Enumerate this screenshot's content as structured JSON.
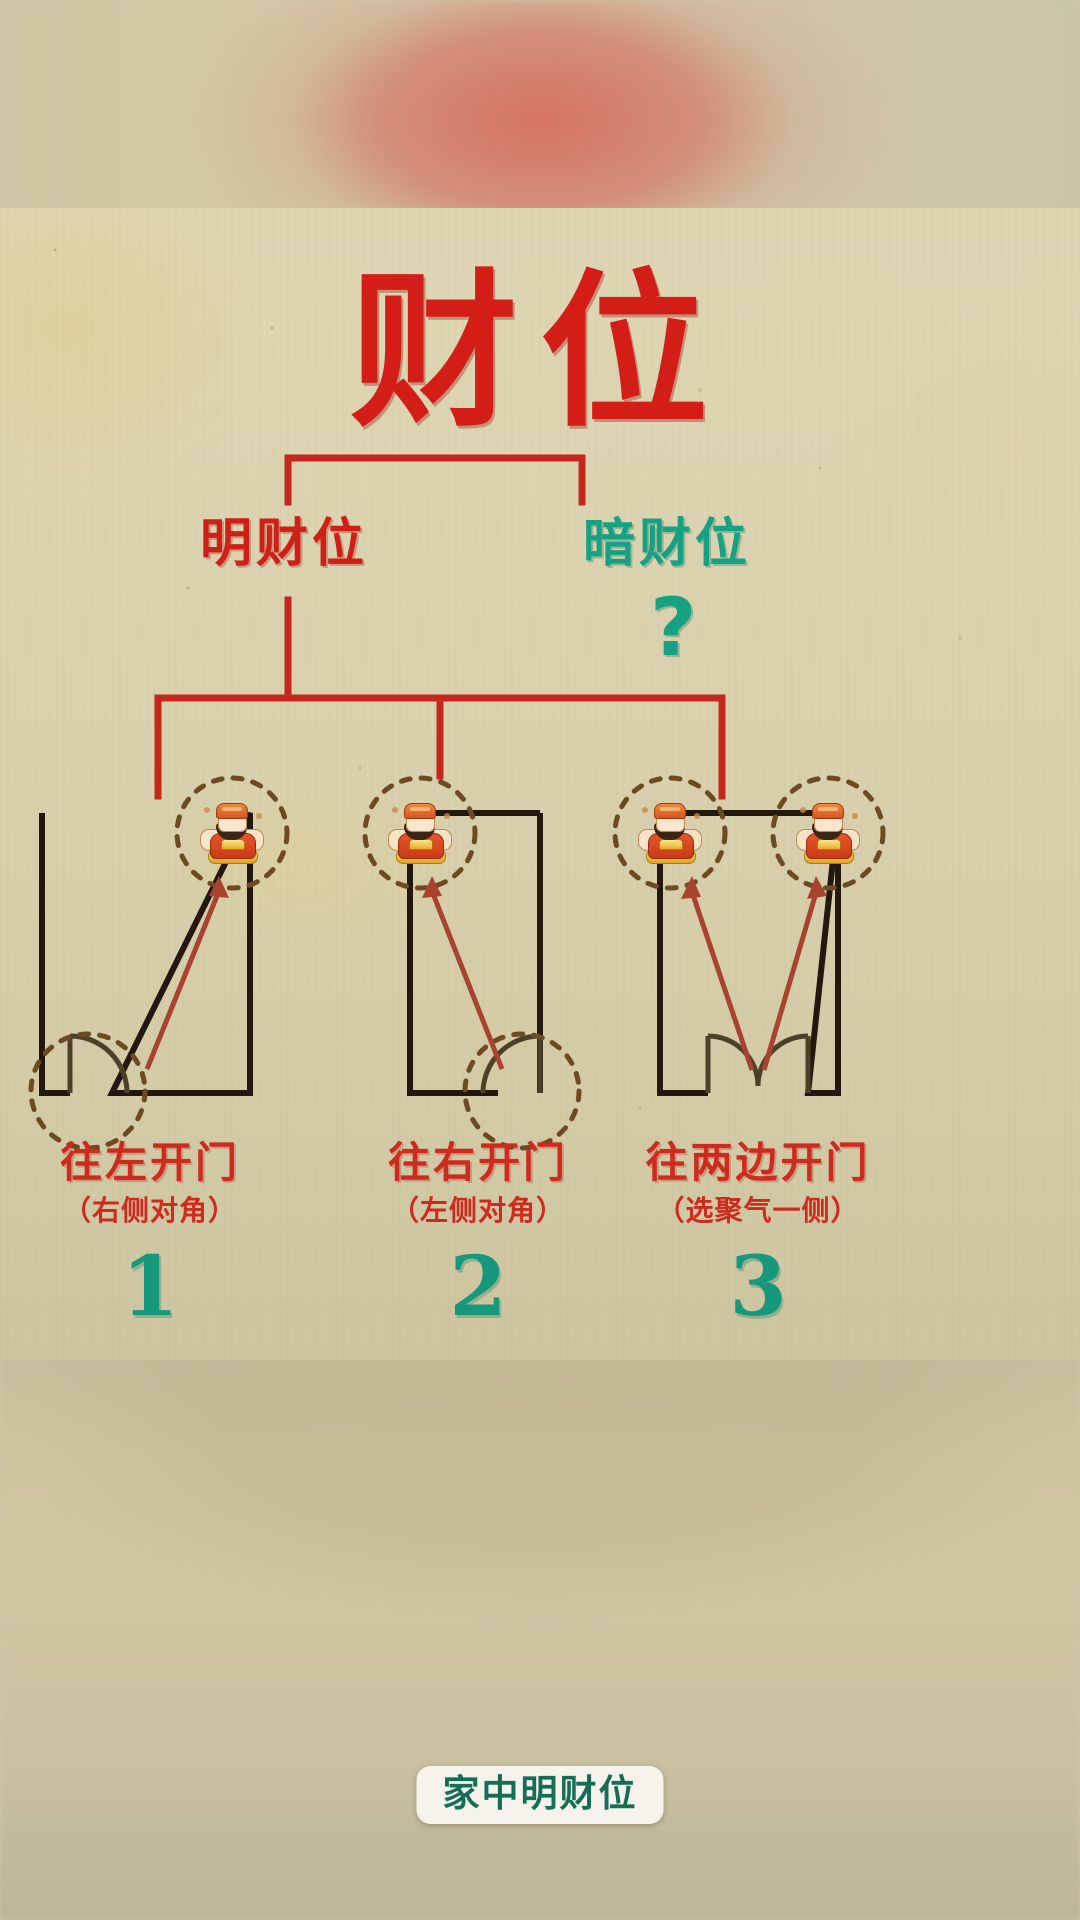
{
  "poster": {
    "title": "财位",
    "level2": [
      {
        "label": "明财位",
        "color": "#cf2018",
        "highlighted": false
      },
      {
        "label": "暗财位",
        "color": "#17a183",
        "highlighted": true,
        "marker": "?"
      }
    ],
    "cases": [
      {
        "index": "1",
        "caption_main": "往左开门",
        "caption_sub": "（右侧对角）",
        "wealth_corner": "top-right",
        "door_position": "bottom-left",
        "door_swing": "left",
        "icon": "god-of-wealth-icon"
      },
      {
        "index": "2",
        "caption_main": "往右开门",
        "caption_sub": "（左侧对角）",
        "wealth_corner": "top-left",
        "door_position": "bottom-right",
        "door_swing": "right",
        "icon": "god-of-wealth-icon"
      },
      {
        "index": "3",
        "caption_main": "往两边开门",
        "caption_sub": "（选聚气一侧）",
        "wealth_corner": "both-top-corners",
        "door_position": "bottom-center",
        "door_swing": "both",
        "icon": "god-of-wealth-icon"
      }
    ]
  },
  "caption_bar": {
    "text": "家中明财位"
  },
  "colors": {
    "paper": "#dcd4b1",
    "title_red": "#d31e18",
    "label_red": "#cf2018",
    "label_teal": "#17a183",
    "number_teal": "#16987d",
    "bracket_red": "#c4281c",
    "arrow_red": "#a8432f",
    "wall_black": "#231810",
    "dash_brown": "#6e4a22",
    "caption_pill_bg": "#f5f3ec",
    "caption_pill_text": "#156d56"
  }
}
